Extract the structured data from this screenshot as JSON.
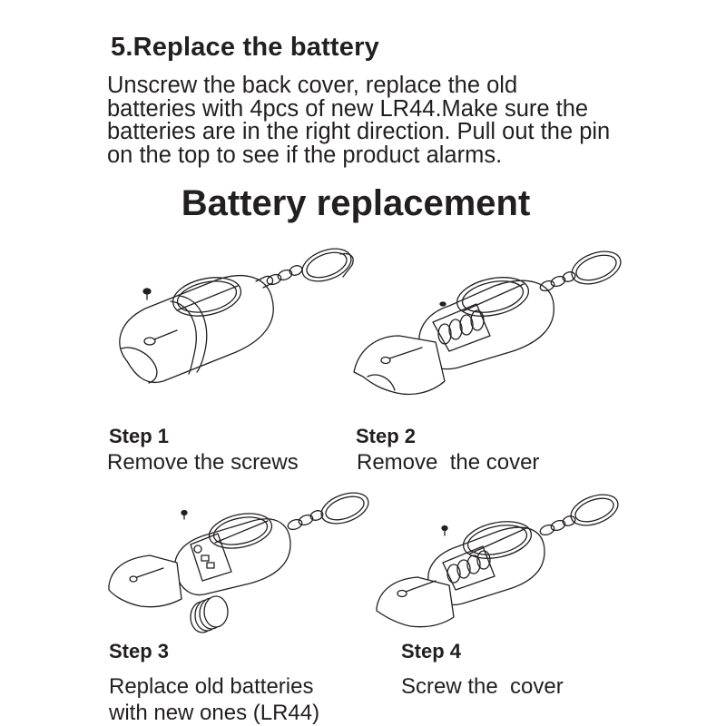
{
  "section": {
    "title": "5.Replace the battery",
    "intro_lines": [
      "Unscrew the back cover, replace the old",
      "batteries with 4pcs of new LR44.Make sure the",
      "batteries are in the right direction. Pull out the pin",
      "on the top to see if the product alarms."
    ]
  },
  "heading": "Battery replacement",
  "steps": [
    {
      "label": "Step 1",
      "description_lines": [
        "Remove the screws"
      ],
      "illustration": "keychain-alarm-with-screw"
    },
    {
      "label": "Step 2",
      "description_lines": [
        "Remove  the cover"
      ],
      "illustration": "keychain-alarm-cover-removed"
    },
    {
      "label": "Step 3",
      "description_lines": [
        "Replace old batteries",
        "with new ones (LR44)"
      ],
      "illustration": "keychain-alarm-battery-stack"
    },
    {
      "label": "Step 4",
      "description_lines": [
        "Screw the  cover"
      ],
      "illustration": "keychain-alarm-cover-screw"
    }
  ]
}
